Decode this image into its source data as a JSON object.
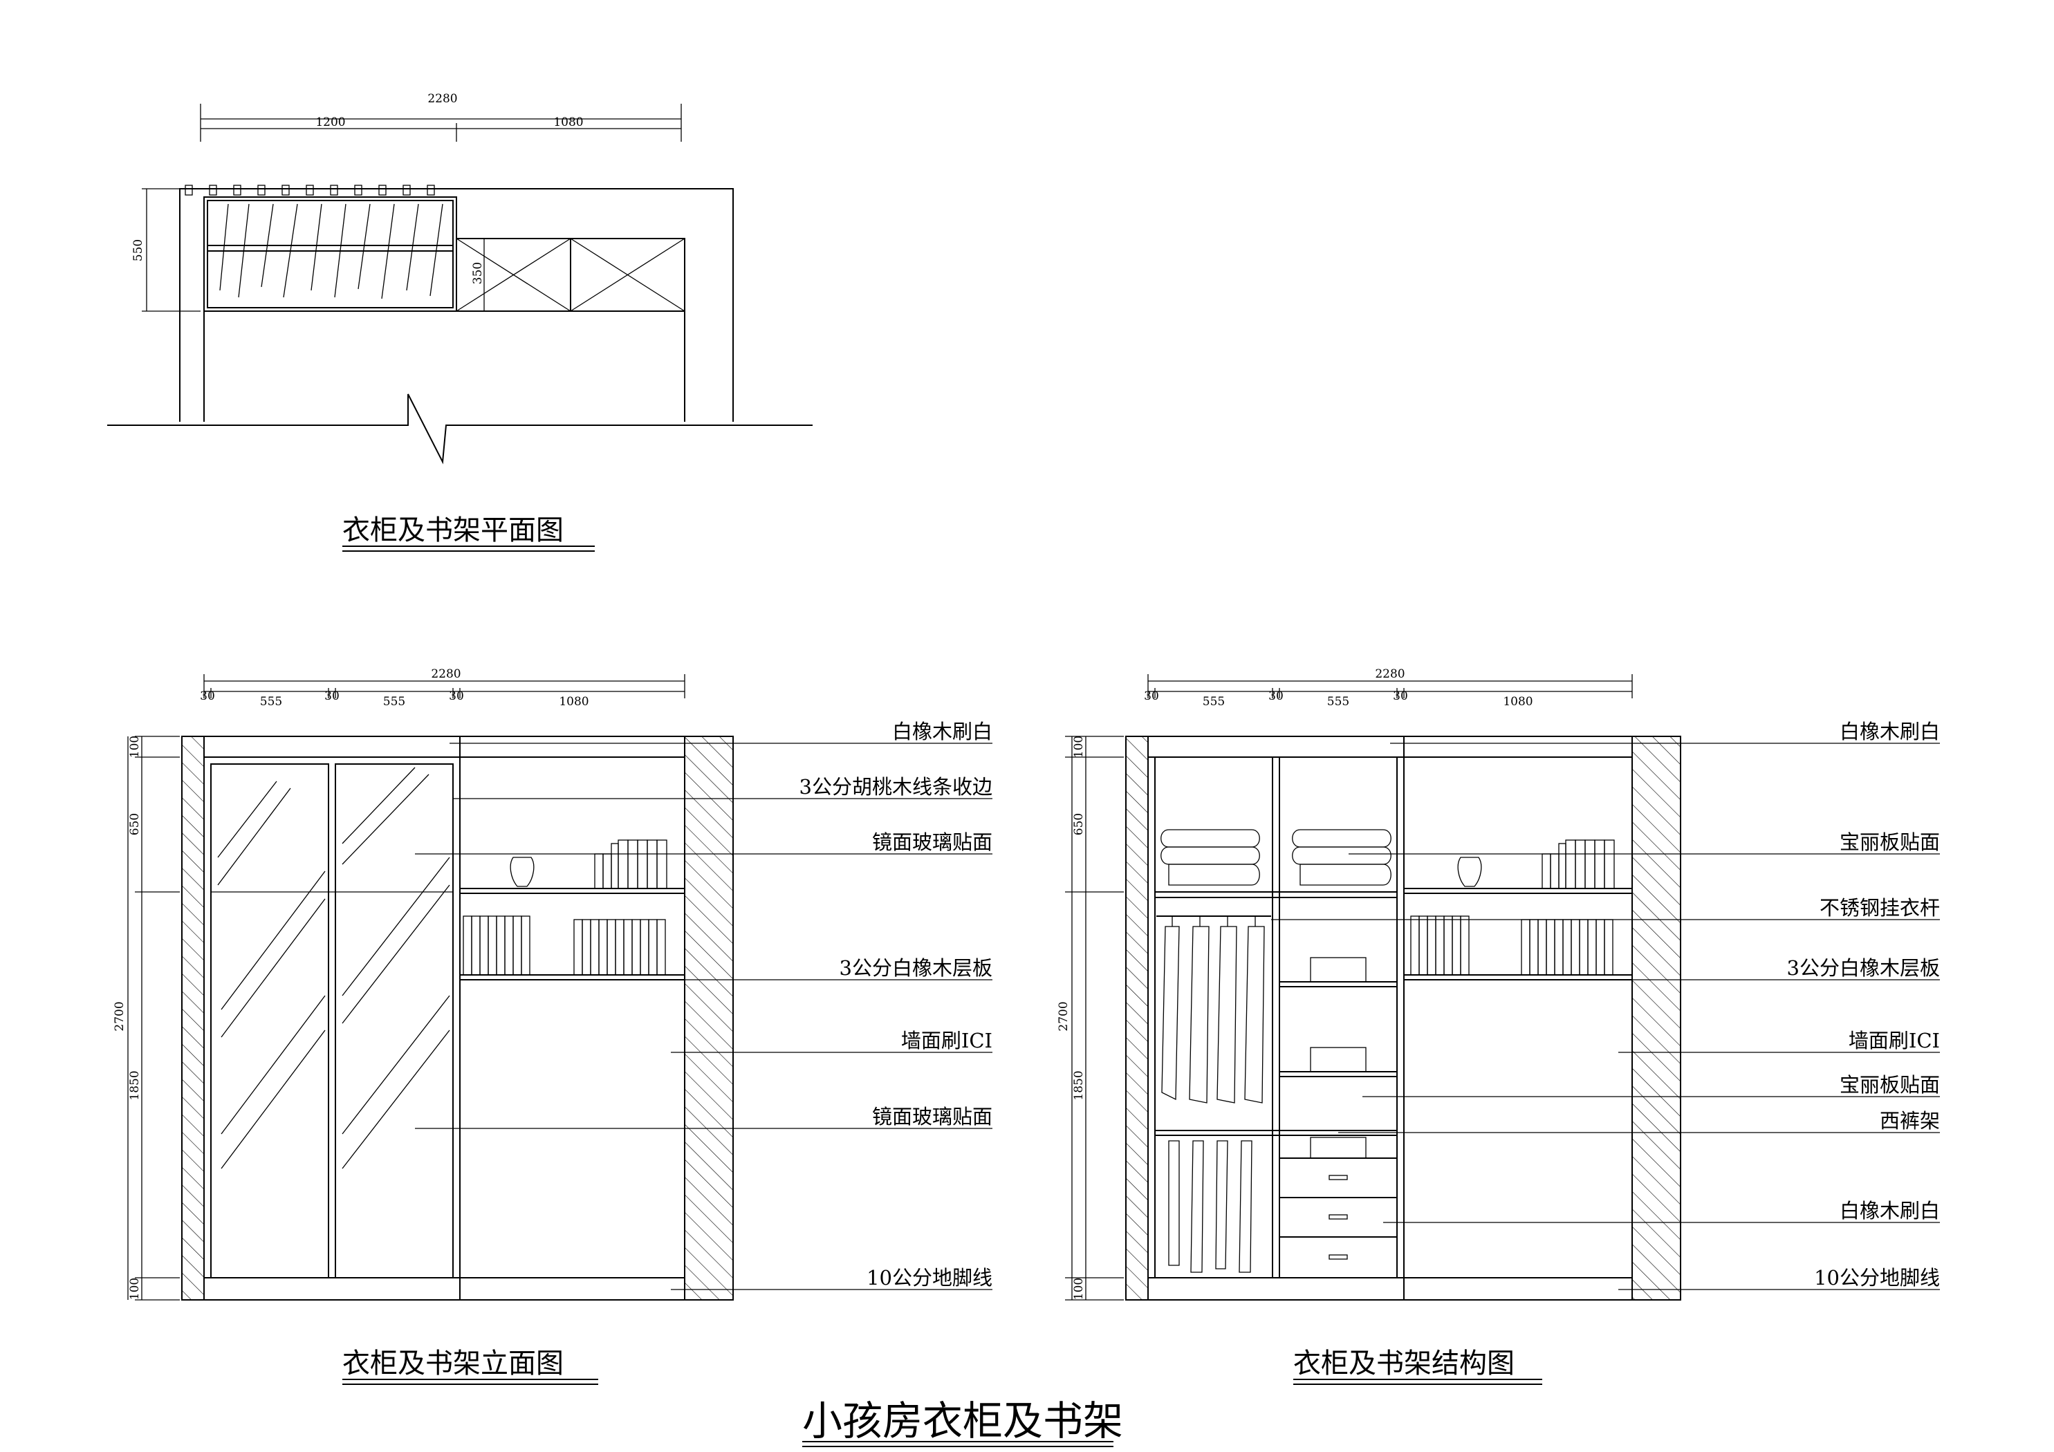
{
  "main_title": "小孩房衣柜及书架",
  "plan": {
    "title": "衣柜及书架平面图",
    "dim_total": "2280",
    "dim_left": "1200",
    "dim_right": "1080",
    "dim_depth_outer": "550",
    "dim_depth_inner": "350"
  },
  "elevation": {
    "title": "衣柜及书架立面图",
    "dim_total": "2280",
    "dim_segments": [
      "30",
      "555",
      "30",
      "555",
      "30",
      "1080"
    ],
    "dim_heights": [
      "100",
      "650",
      "1850",
      "100"
    ],
    "dim_height_total": "2700",
    "labels": [
      "白橡木刷白",
      "3公分胡桃木线条收边",
      "镜面玻璃贴面",
      "3公分白橡木层板",
      "墙面刷ICI",
      "镜面玻璃贴面",
      "10公分地脚线"
    ]
  },
  "structure": {
    "title": "衣柜及书架结构图",
    "dim_total": "2280",
    "dim_segments": [
      "30",
      "555",
      "30",
      "555",
      "30",
      "1080"
    ],
    "dim_heights": [
      "100",
      "650",
      "1850",
      "100"
    ],
    "dim_height_total": "2700",
    "labels": [
      "白橡木刷白",
      "宝丽板贴面",
      "不锈钢挂衣杆",
      "3公分白橡木层板",
      "墙面刷ICI",
      "宝丽板贴面",
      "西裤架",
      "白橡木刷白",
      "10公分地脚线"
    ]
  }
}
